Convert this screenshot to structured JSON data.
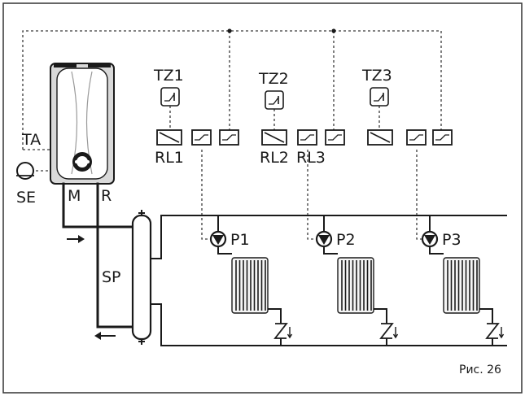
{
  "labels": {
    "ta": "TA",
    "se": "SE",
    "m": "M",
    "r": "R",
    "sp": "SP",
    "tz1": "TZ1",
    "tz2": "TZ2",
    "tz3": "TZ3",
    "rl1": "RL1",
    "rl2": "RL2",
    "rl3": "RL3",
    "p1": "P1",
    "p2": "P2",
    "p3": "P3"
  },
  "caption": "Рис. 26",
  "icons": {
    "boiler": "wall-boiler-icon",
    "sensor": "external-sensor-icon",
    "thermostat": "room-thermostat-icon",
    "relay": "relay-icon",
    "switch": "switch-contact-icon",
    "pump": "circulation-pump-icon",
    "radiator": "radiator-icon",
    "valve": "zone-valve-icon",
    "arrow": "flow-direction-arrow-icon"
  }
}
